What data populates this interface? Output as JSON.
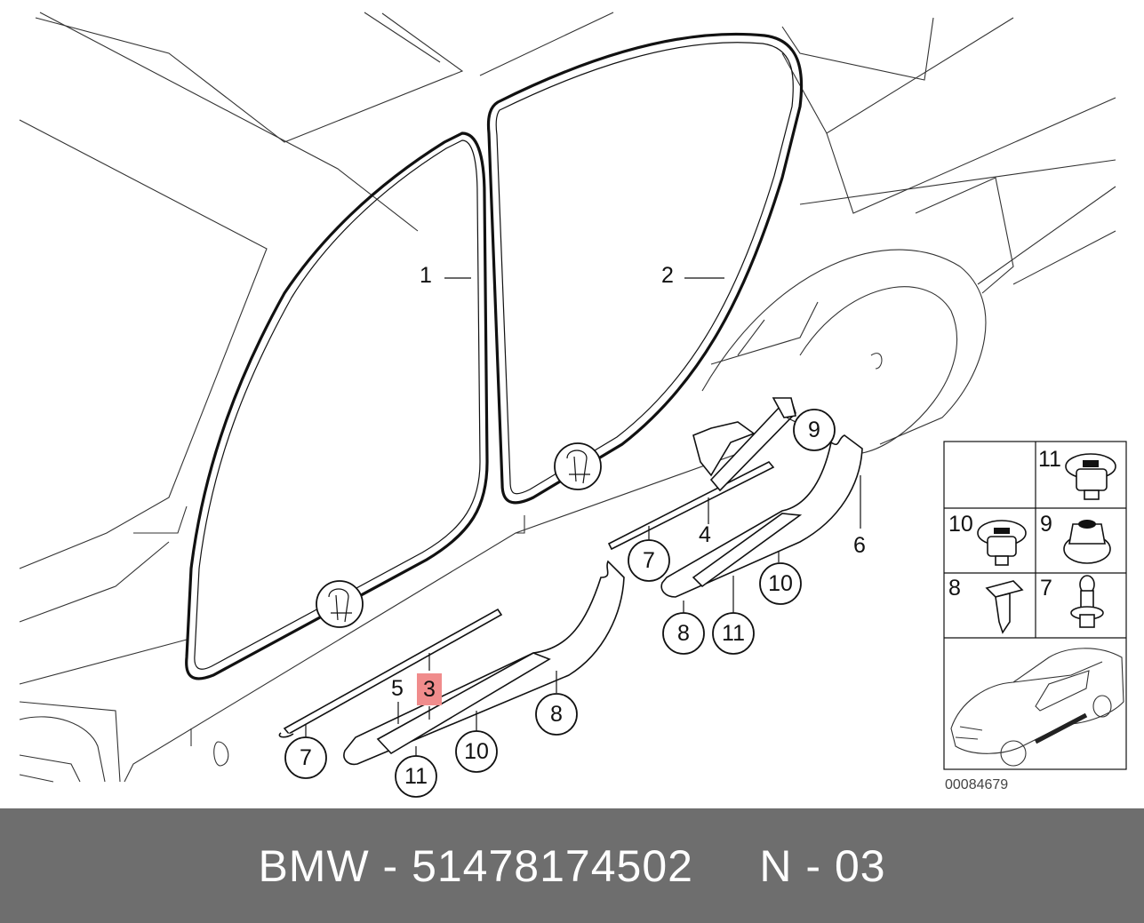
{
  "diagram": {
    "callouts_plain": [
      {
        "id": "1",
        "label": "1"
      },
      {
        "id": "2",
        "label": "2"
      },
      {
        "id": "4",
        "label": "4"
      },
      {
        "id": "5",
        "label": "5"
      },
      {
        "id": "6",
        "label": "6"
      }
    ],
    "highlighted_callout": {
      "label": "3",
      "color": "#f08c8c"
    },
    "callouts_circled": [
      {
        "label": "9"
      },
      {
        "label": "7"
      },
      {
        "label": "10"
      },
      {
        "label": "8"
      },
      {
        "label": "11"
      },
      {
        "label": "7"
      },
      {
        "label": "11"
      },
      {
        "label": "10"
      },
      {
        "label": "8"
      }
    ],
    "inset_labels": [
      "11",
      "10",
      "9",
      "8",
      "7"
    ],
    "drawing_number": "00084679"
  },
  "footer": {
    "text": "BMW - 51478174502     N - 03",
    "background": "#6e6e6e"
  }
}
